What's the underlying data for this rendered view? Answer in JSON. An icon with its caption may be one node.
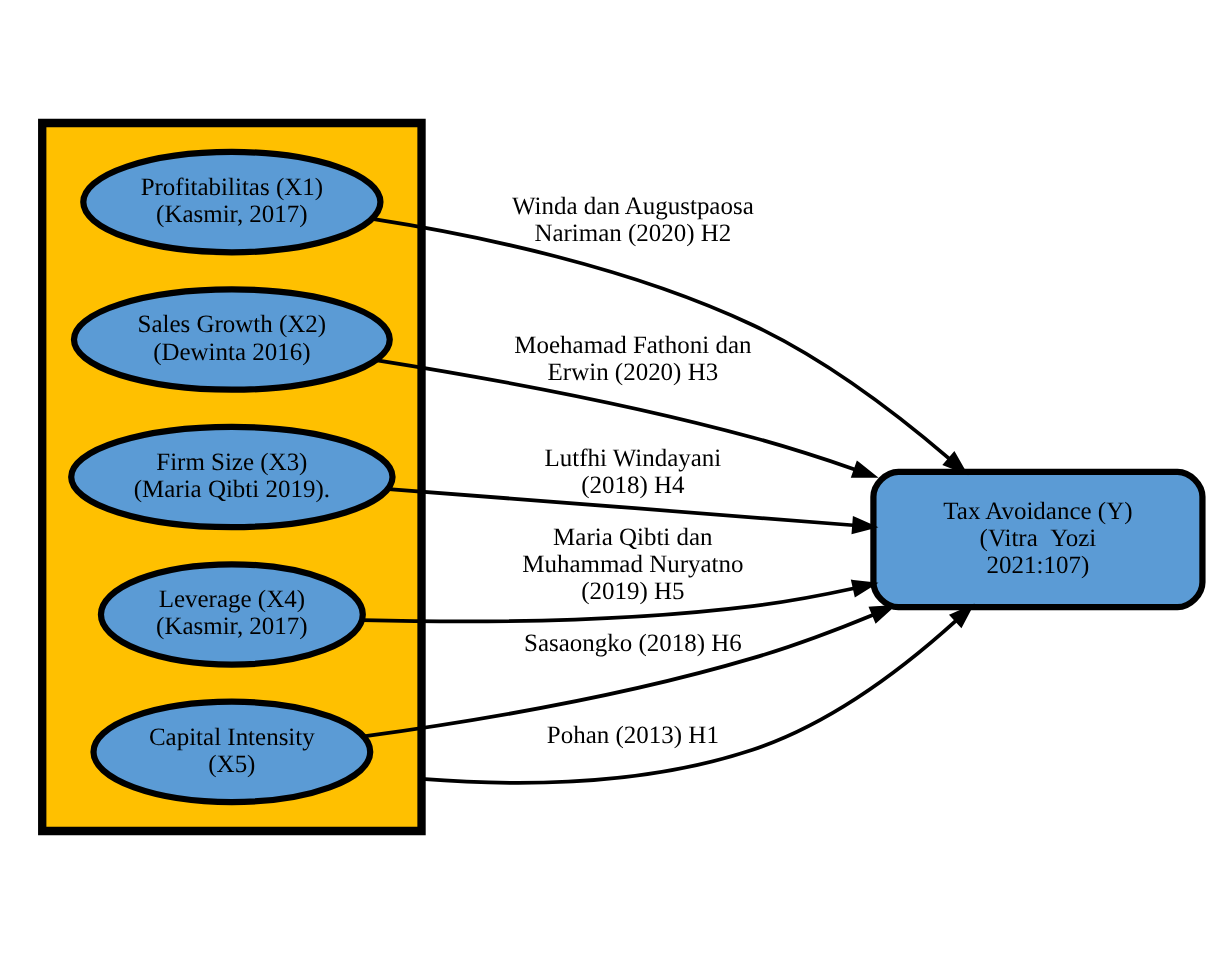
{
  "diagram": {
    "nodes": [
      {
        "text": [],
        "shape": "box"
      },
      {
        "text": [
          "Profitabilitas (X1)",
          "(Kasmir, 2017)"
        ],
        "in": 0
      },
      {
        "text": [
          "Sales Growth (X2)",
          "(Dewinta 2016)"
        ],
        "in": 0
      },
      {
        "text": [
          "Firm Size (X3)",
          "(Maria Qibti 2019)."
        ],
        "in": 0
      },
      {
        "text": [
          "Leverage (X4)",
          "(Kasmir, 2017)"
        ],
        "in": 0
      },
      {
        "text": [
          "Capital Intensity (X5)"
        ],
        "in": 0
      },
      {
        "text": [
          "Tax Avoidance (Y)",
          "(Vitra  Yozi 2021:107)"
        ]
      }
    ],
    "edges": [
      {
        "from": 1,
        "to": 6,
        "arrow": "to",
        "label": "Winda dan Augustpaosa Nariman (2020) H2"
      },
      {
        "from": 2,
        "to": 6,
        "arrow": "to",
        "label": "Moehamad Fathoni dan Erwin (2020) H3"
      },
      {
        "from": 3,
        "to": 6,
        "arrow": "to",
        "label": "Lutfhi Windayani (2018) H4"
      },
      {
        "from": 4,
        "to": 6,
        "arrow": "to",
        "label": "Maria Qibti dan Muhammad Nuryatno (2019) H5"
      },
      {
        "from": 5,
        "to": 6,
        "arrow": "to",
        "label": "Sasaongko (2018) H6"
      },
      {
        "from": 0,
        "to": 6,
        "arrow": "to",
        "label": "Pohan (2013) H1"
      }
    ]
  }
}
